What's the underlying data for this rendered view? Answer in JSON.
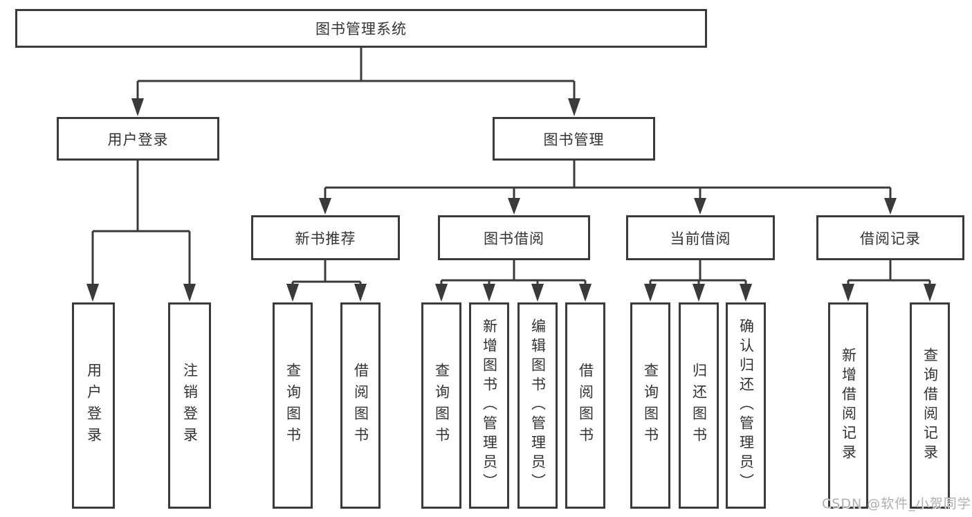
{
  "diagram": {
    "title": "图书管理系统",
    "tree": {
      "root": "图书管理系统",
      "branches": [
        {
          "label": "用户登录",
          "children": [
            "用户登录",
            "注销登录"
          ]
        },
        {
          "label": "图书管理",
          "groups": [
            {
              "label": "新书推荐",
              "children": [
                "查询图书",
                "借阅图书"
              ]
            },
            {
              "label": "图书借阅",
              "children": [
                "查询图书",
                "新增图书（管理员）",
                "编辑图书（管理员）",
                "借阅图书"
              ]
            },
            {
              "label": "当前借阅",
              "children": [
                "查询图书",
                "归还图书",
                "确认归还（管理员）"
              ]
            },
            {
              "label": "借阅记录",
              "children": [
                "新增借阅记录",
                "查询借阅记录"
              ]
            }
          ]
        }
      ]
    },
    "colors": {
      "line": "#3a3a3a",
      "text": "#333333",
      "background": "#ffffff",
      "watermark": "#b0aeae"
    }
  },
  "watermark": {
    "text": "CSDN @软件_小贺同学"
  }
}
